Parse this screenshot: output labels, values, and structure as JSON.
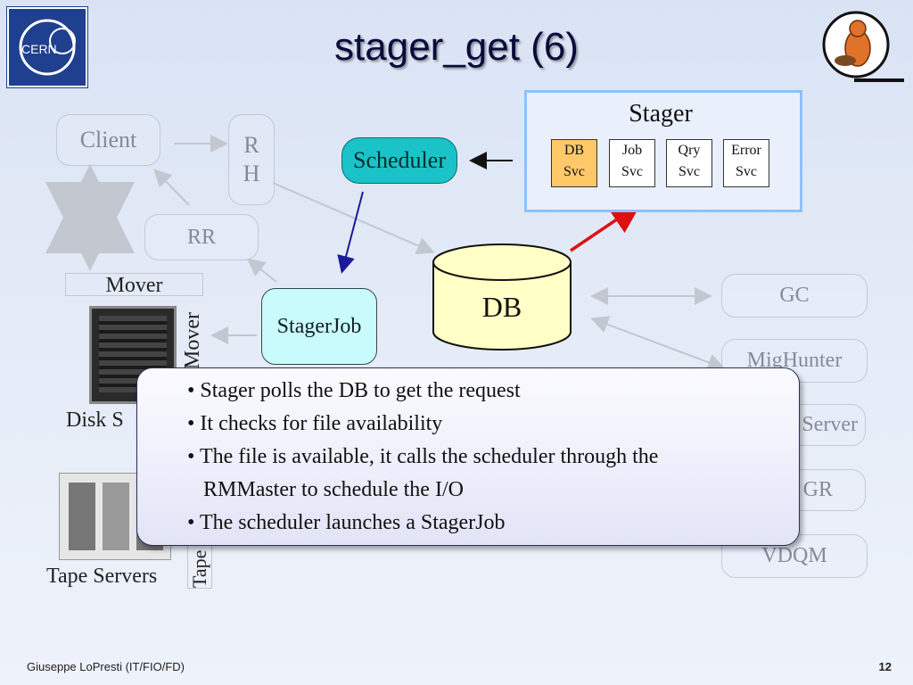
{
  "title": "stager_get (6)",
  "logo_cern_text": "CERN",
  "nodes": {
    "client": "Client",
    "rh_line1": "R",
    "rh_line2": "H",
    "rr": "RR",
    "scheduler": "Scheduler",
    "stagerjob": "StagerJob",
    "db": "DB",
    "mover_top": "Mover",
    "mover_side": "Mover",
    "disk_servers": "Disk S",
    "tape_servers": "Tape Servers",
    "tape_side": "Tape",
    "gc": "GC",
    "mighunter": "MigHunter",
    "rtcp_server": "Server",
    "vmgr": "GR",
    "vdqm": "VDQM"
  },
  "stager": {
    "label": "Stager",
    "services": [
      {
        "line1": "DB",
        "line2": "Svc"
      },
      {
        "line1": "Job",
        "line2": "Svc"
      },
      {
        "line1": "Qry",
        "line2": "Svc"
      },
      {
        "line1": "Error",
        "line2": "Svc"
      }
    ]
  },
  "bullets": [
    "• Stager polls the DB to get the request",
    "• It checks for file availability",
    "• The file is available, it calls the scheduler through the",
    "   RMMaster to schedule the I/O",
    "• The scheduler launches a StagerJob"
  ],
  "footer": {
    "author": "Giuseppe LoPresti (IT/FIO/FD)",
    "page": "12"
  },
  "colors": {
    "scheduler": "#1ac3c8",
    "stagerjob": "#c9fbfd",
    "db_cylinder": "#ffffc6",
    "db_svc": "#ffc969",
    "stager_border": "#8ec0ff",
    "red_arrow": "#e01010",
    "blue_arrow": "#1a1a9a"
  }
}
